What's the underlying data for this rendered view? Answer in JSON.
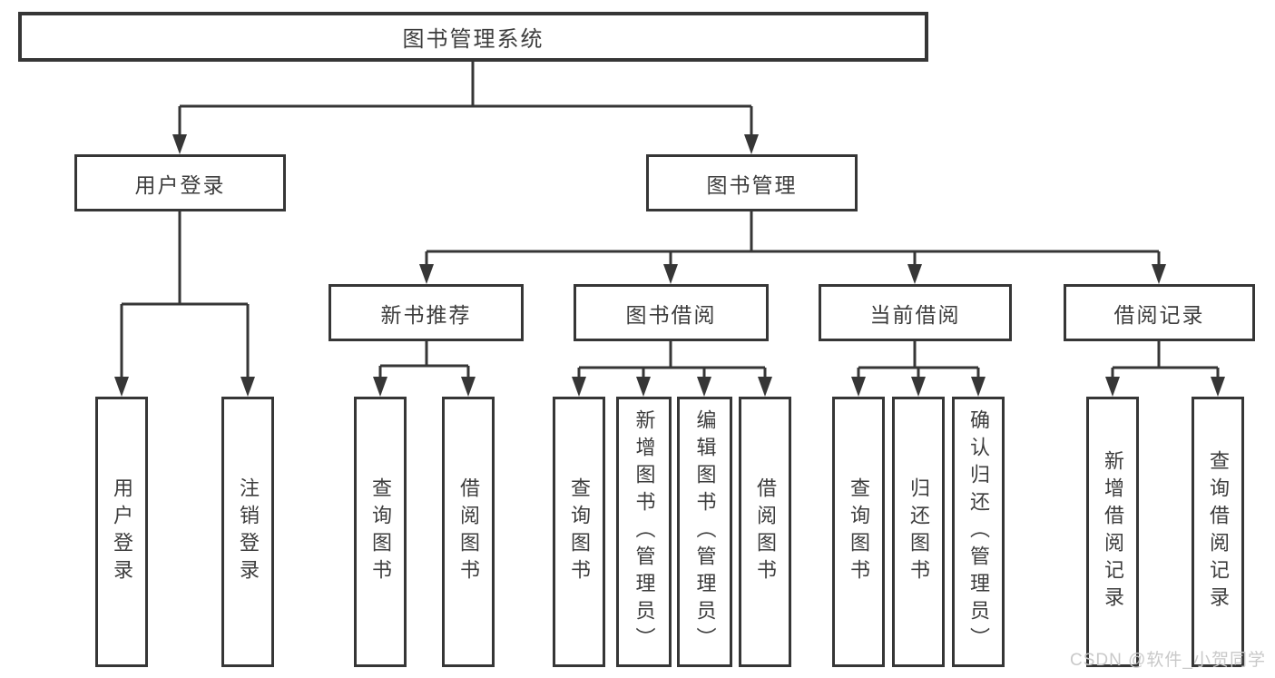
{
  "diagram": {
    "type": "hierarchy",
    "root": {
      "label": "图书管理系统"
    },
    "branches": [
      {
        "label": "用户登录",
        "children": [
          {
            "label": "用户登录"
          },
          {
            "label": "注销登录"
          }
        ]
      },
      {
        "label": "图书管理",
        "children": [
          {
            "label": "新书推荐",
            "children": [
              {
                "label": "查询图书"
              },
              {
                "label": "借阅图书"
              }
            ]
          },
          {
            "label": "图书借阅",
            "children": [
              {
                "label": "查询图书"
              },
              {
                "label": "新增图书（管理员）"
              },
              {
                "label": "编辑图书（管理员）"
              },
              {
                "label": "借阅图书"
              }
            ]
          },
          {
            "label": "当前借阅",
            "children": [
              {
                "label": "查询图书"
              },
              {
                "label": "归还图书"
              },
              {
                "label": "确认归还（管理员）"
              }
            ]
          },
          {
            "label": "借阅记录",
            "children": [
              {
                "label": "新增借阅记录"
              },
              {
                "label": "查询借阅记录"
              }
            ]
          }
        ]
      }
    ]
  },
  "watermark": {
    "text": "CSDN @软件_小贺同学",
    "color": "#c9c9c9"
  },
  "colors": {
    "line": "#363636",
    "text": "#3d3d3d",
    "background": "#ffffff"
  }
}
